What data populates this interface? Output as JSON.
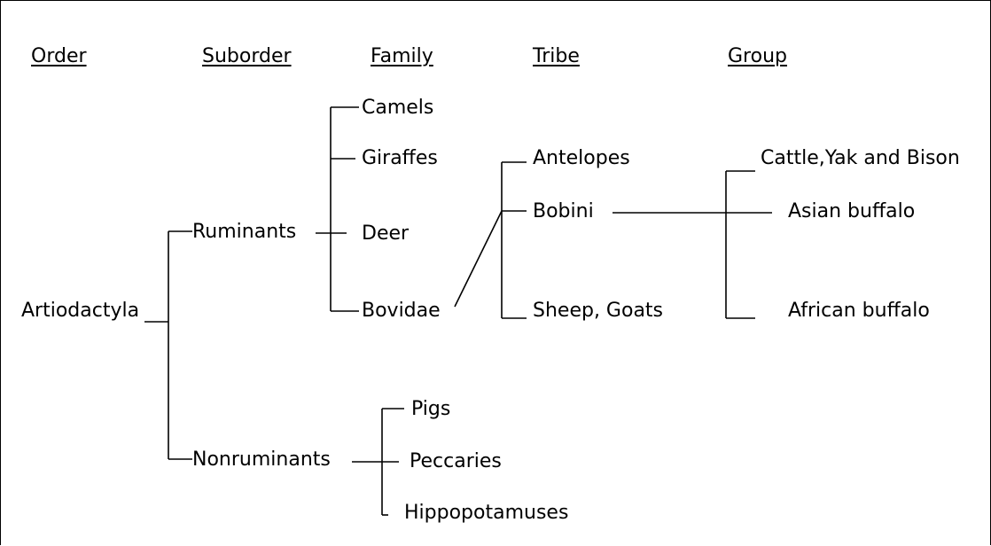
{
  "headers": {
    "order": "Order",
    "suborder": "Suborder",
    "family": "Family ",
    "tribe": "Tribe",
    "group": "Group"
  },
  "order": {
    "root": "Artiodactyla"
  },
  "suborders": {
    "ruminants": "Ruminants",
    "nonruminants": "Nonruminants"
  },
  "ruminant_families": {
    "camels": "Camels",
    "giraffes": "Giraffes",
    "deer": "Deer",
    "bovidae": "Bovidae"
  },
  "nonruminant_families": {
    "pigs": "Pigs",
    "peccaries": "Peccaries",
    "hippos": "Hippopotamuses"
  },
  "tribes": {
    "antelopes": "Antelopes",
    "bobini": "Bobini",
    "sheep_goats": "Sheep, Goats"
  },
  "groups": {
    "cattle": "Cattle,Yak and Bison",
    "asian_buffalo": "Asian buffalo",
    "african_buffalo": "African buffalo"
  }
}
